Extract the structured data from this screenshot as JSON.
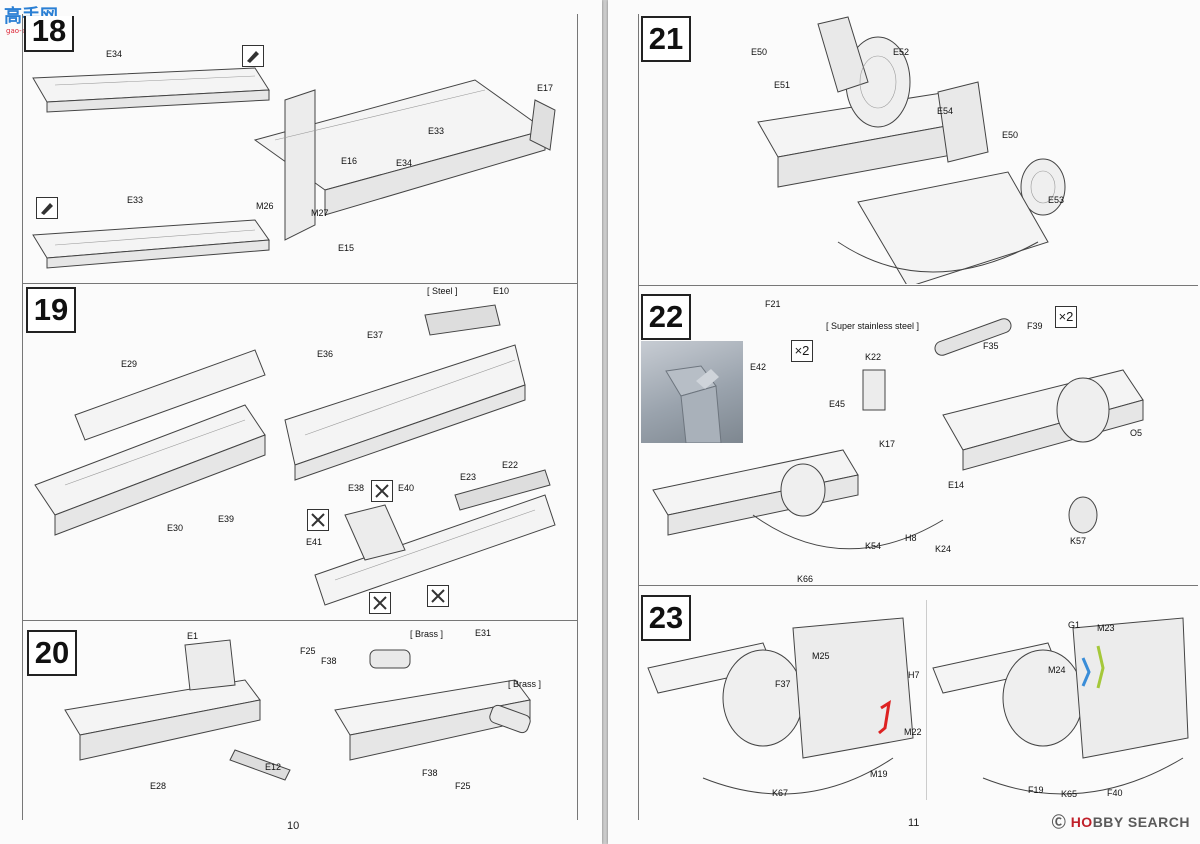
{
  "left_page": {
    "page_number": "10",
    "steps": [
      {
        "number": "18",
        "labels": [
          "E34",
          "E17",
          "E33",
          "E16",
          "E34",
          "M26",
          "M27",
          "E33",
          "E15"
        ]
      },
      {
        "number": "19",
        "labels": [
          "E29",
          "E30",
          "E39",
          "E36",
          "E37",
          "E10",
          "E38",
          "E40",
          "E23",
          "E22",
          "E41"
        ],
        "notes": [
          "[ Steel ]"
        ]
      },
      {
        "number": "20",
        "labels": [
          "E1",
          "E28",
          "E12",
          "F25",
          "F38",
          "E31",
          "F38",
          "F25"
        ],
        "notes": [
          "[ Brass ]",
          "[ Brass ]"
        ]
      }
    ]
  },
  "right_page": {
    "page_number": "11",
    "steps": [
      {
        "number": "21",
        "labels": [
          "E50",
          "E52",
          "E51",
          "E54",
          "E50",
          "E53"
        ]
      },
      {
        "number": "22",
        "labels": [
          "F21",
          "E42",
          "F39",
          "F35",
          "K22",
          "E45",
          "K17",
          "O5",
          "E14",
          "K54",
          "H8",
          "K24",
          "K66",
          "K57"
        ],
        "notes": [
          "[ Super stainless steel ]"
        ],
        "multipliers": [
          "×2",
          "×2"
        ]
      },
      {
        "number": "23",
        "labels": [
          "M25",
          "F37",
          "H7",
          "M22",
          "M19",
          "K67",
          "G1",
          "M23",
          "M24",
          "F19",
          "K65",
          "F40"
        ]
      }
    ]
  },
  "watermark": {
    "prefix": "Ⓒ",
    "brand_red": "HO",
    "brand_rest": "BBY SEARCH",
    "color": "#c0202a"
  },
  "site_logo": {
    "text": "高手网",
    "subtext": "gao-shou.com"
  }
}
